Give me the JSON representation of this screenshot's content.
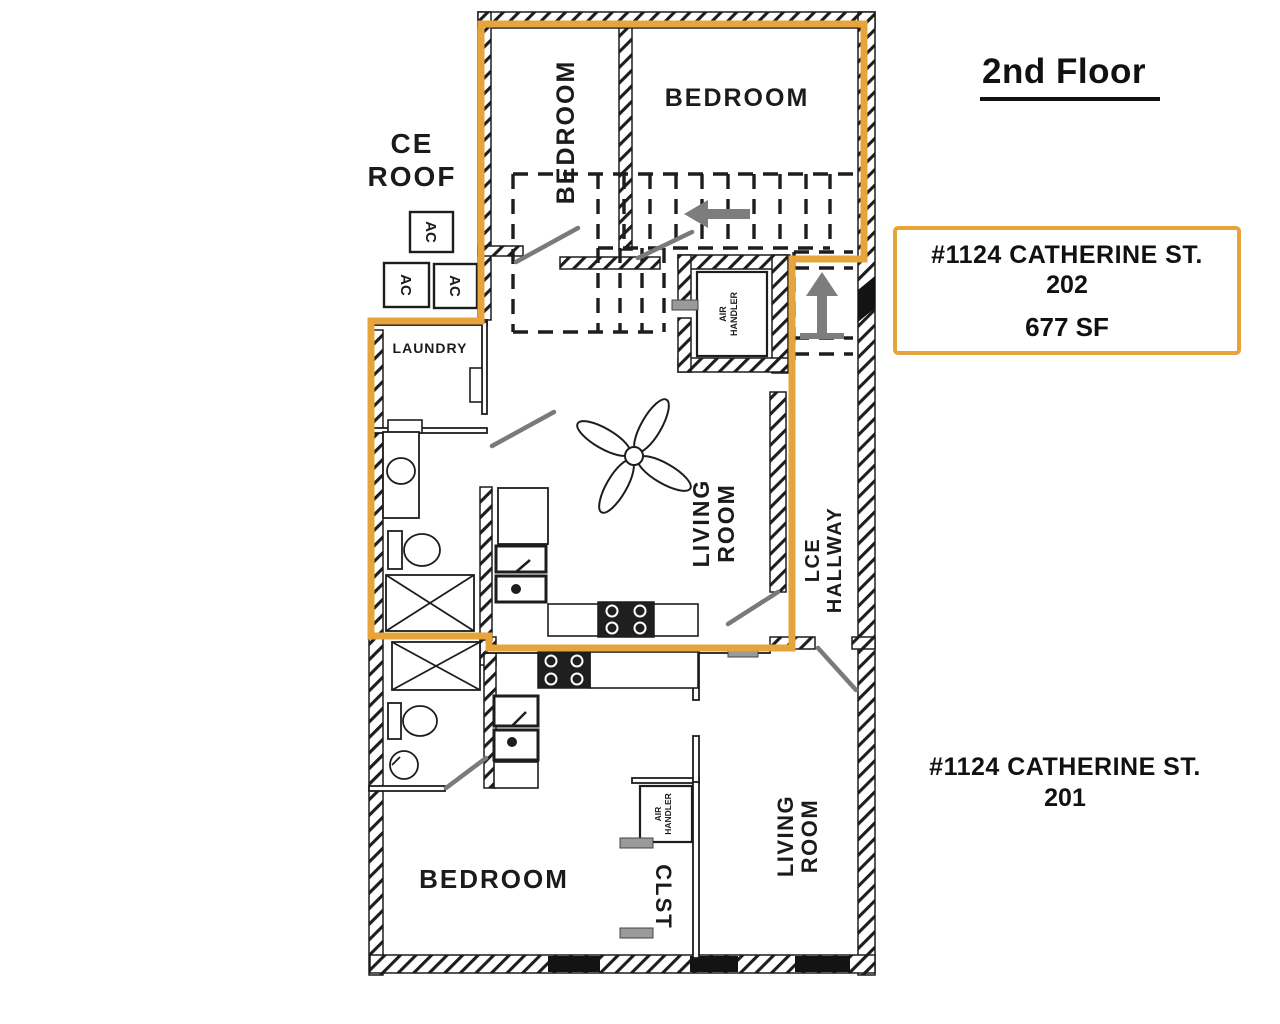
{
  "annotations": {
    "floor_title": "2nd Floor",
    "unit202": {
      "address": "#1124 CATHERINE ST.",
      "unit": "202",
      "area": "677 SF"
    },
    "unit201": {
      "address": "#1124 CATHERINE ST.",
      "unit": "201"
    }
  },
  "plan": {
    "rooms": {
      "ce_roof_line1": "CE",
      "ce_roof_line2": "ROOF",
      "bedroom_upper_left": "BEDROOM",
      "bedroom_upper_right": "BEDROOM",
      "laundry": "LAUNDRY",
      "living_202_line1": "LIVING",
      "living_202_line2": "ROOM",
      "hallway_line1": "LCE",
      "hallway_line2": "HALLWAY",
      "bedroom_201": "BEDROOM",
      "closet_201": "CLST",
      "living_201_line1": "LIVING",
      "living_201_line2": "ROOM"
    },
    "equipment": {
      "ac_unit_1": "AC",
      "ac_unit_2": "AC",
      "ac_unit_3": "AC",
      "air_handler_202_line1": "AIR",
      "air_handler_202_line2": "HANDLER",
      "air_handler_201_line1": "AIR",
      "air_handler_201_line2": "HANDLER"
    },
    "colors": {
      "highlight_orange": "#E8A43C",
      "wall_ink": "#1d1d1d",
      "arrow_gray": "#7d7d7d"
    }
  }
}
